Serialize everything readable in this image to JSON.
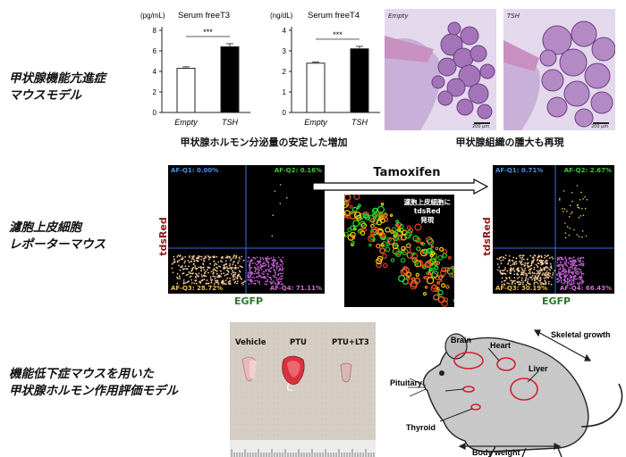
{
  "rows": [
    {
      "label": [
        "甲状腺機能亢進症",
        "マウスモデル"
      ]
    },
    {
      "label": [
        "濾胞上皮細胞",
        "レポーターマウス"
      ]
    },
    {
      "label": [
        "機能低下症マウスを用いた",
        "甲状腺ホルモン作用評価モデル"
      ]
    }
  ],
  "chart_data": [
    {
      "type": "bar",
      "title": "Serum freeT3",
      "ylabel": "(pg/mL)",
      "categories": [
        "Empty",
        "TSH"
      ],
      "values": [
        4.3,
        6.4
      ],
      "errors": [
        0.15,
        0.3
      ],
      "ylim": [
        0,
        8
      ],
      "yticks": [
        0,
        2,
        4,
        6,
        8
      ],
      "significance": "***",
      "bar_colors": [
        "#ffffff",
        "#000000"
      ]
    },
    {
      "type": "bar",
      "title": "Serum freeT4",
      "ylabel": "(ng/dL)",
      "categories": [
        "Empty",
        "TSH"
      ],
      "values": [
        2.4,
        3.1
      ],
      "errors": [
        0.06,
        0.12
      ],
      "ylim": [
        0,
        4
      ],
      "yticks": [
        0,
        1,
        2,
        3,
        4
      ],
      "significance": "***",
      "bar_colors": [
        "#ffffff",
        "#000000"
      ]
    }
  ],
  "charts_caption": "甲状腺ホルモン分泌量の安定した増加",
  "histology": {
    "left_label": "Empty",
    "right_label": "TSH",
    "scale_text": "200 µm",
    "caption": "甲状腺組織の腫大も再現"
  },
  "flow": {
    "left": {
      "q1": "AF-Q1: 0.00%",
      "q2": "AF-Q2: 0.16%",
      "q3": "AF-Q3: 28.72%",
      "q4": "AF-Q4: 71.11%"
    },
    "right": {
      "q1": "AF-Q1: 0.71%",
      "q2": "AF-Q2: 2.67%",
      "q3": "AF-Q3: 30.19%",
      "q4": "AF-Q4: 66.43%"
    },
    "ylabel": "tdsRed",
    "xlabel": "EGFP",
    "arrow_label": "Tamoxifen",
    "micro_text": [
      "濾胞上皮細胞に",
      "tdsRed",
      "発現"
    ],
    "colors": {
      "q1": "#4a90e2",
      "q2": "#3ec83e",
      "q3": "#f0c040",
      "q4": "#d070d0"
    }
  },
  "thyroid_photo": {
    "labels": [
      "Vehicle",
      "PTU",
      "PTU+LT3"
    ]
  },
  "mouse": {
    "brain": "Brain",
    "heart": "Heart",
    "liver": "Liver",
    "pituitary": "Pituitary",
    "thyroid": "Thyroid",
    "skeletal": "Skeletal growth",
    "body_weight": "Body weight"
  }
}
